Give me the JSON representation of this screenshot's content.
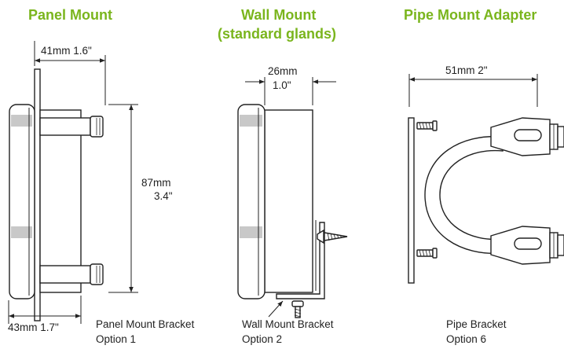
{
  "colors": {
    "heading": "#7ab51d",
    "line": "#222222",
    "gland": "#c8c8c8"
  },
  "headings": {
    "panel": "Panel Mount",
    "wall_line1": "Wall Mount",
    "wall_line2": "(standard glands)",
    "pipe": "Pipe Mount Adapter"
  },
  "dimensions": {
    "panel_top": "41mm 1.6\"",
    "panel_height_mm": "87mm",
    "panel_height_in": "3.4\"",
    "panel_bottom": "43mm 1.7\"",
    "wall_mm": "26mm",
    "wall_in": "1.0\"",
    "pipe_width": "51mm  2\""
  },
  "captions": {
    "panel_line1": "Panel Mount Bracket",
    "panel_line2": "Option 1",
    "wall_line1": "Wall Mount Bracket",
    "wall_line2": "Option 2",
    "pipe_line1": "Pipe Bracket",
    "pipe_line2": "Option 6"
  }
}
